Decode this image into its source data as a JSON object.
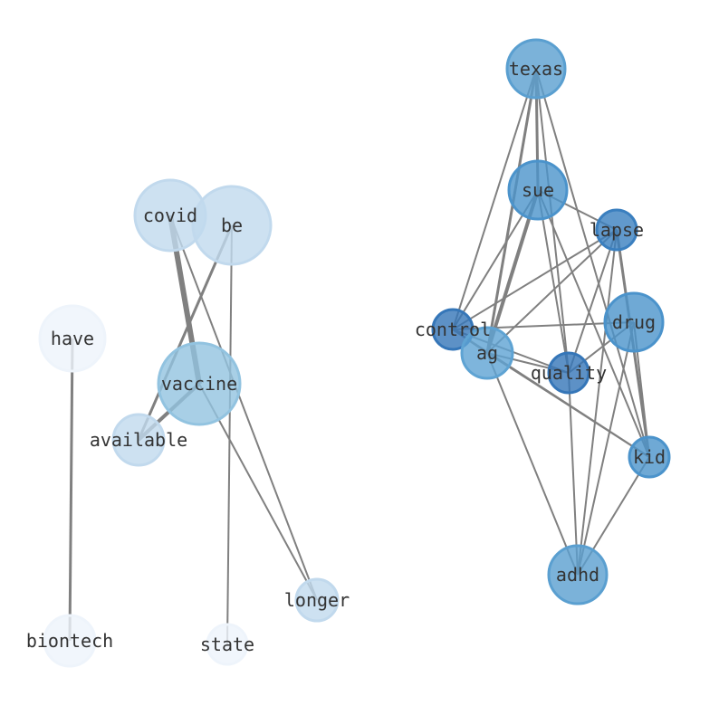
{
  "graph": {
    "nodes": [
      {
        "id": "texas",
        "label": "texas",
        "color": "#5a9fd0",
        "opacity": 0.8,
        "size": 32
      },
      {
        "id": "sue",
        "label": "sue",
        "color": "#4b93cb",
        "opacity": 0.8,
        "size": 32
      },
      {
        "id": "lapse",
        "label": "lapse",
        "color": "#3a7fbf",
        "opacity": 0.8,
        "size": 22
      },
      {
        "id": "drug",
        "label": "drug",
        "color": "#4b93cb",
        "opacity": 0.8,
        "size": 32
      },
      {
        "id": "control",
        "label": "control",
        "color": "#3576b8",
        "opacity": 0.8,
        "size": 22
      },
      {
        "id": "ag",
        "label": "ag",
        "color": "#5ea3d3",
        "opacity": 0.8,
        "size": 28
      },
      {
        "id": "quality",
        "label": "quality",
        "color": "#3576b8",
        "opacity": 0.8,
        "size": 22
      },
      {
        "id": "kid",
        "label": "kid",
        "color": "#4b93cb",
        "opacity": 0.8,
        "size": 22
      },
      {
        "id": "adhd",
        "label": "adhd",
        "color": "#5a9fd0",
        "opacity": 0.8,
        "size": 32
      },
      {
        "id": "covid",
        "label": "covid",
        "color": "#c1d9ed",
        "opacity": 0.8,
        "size": 39
      },
      {
        "id": "be",
        "label": "be",
        "color": "#c1d9ed",
        "opacity": 0.8,
        "size": 43
      },
      {
        "id": "have",
        "label": "have",
        "color": "#eef4fb",
        "opacity": 0.8,
        "size": 36
      },
      {
        "id": "vaccine",
        "label": "vaccine",
        "color": "#92c3e0",
        "opacity": 0.8,
        "size": 45
      },
      {
        "id": "available",
        "label": "available",
        "color": "#c1d9ed",
        "opacity": 0.8,
        "size": 28
      },
      {
        "id": "longer",
        "label": "longer",
        "color": "#c1d9ed",
        "opacity": 0.8,
        "size": 23
      },
      {
        "id": "biontech",
        "label": "biontech",
        "color": "#eef4fb",
        "opacity": 0.8,
        "size": 28
      },
      {
        "id": "state",
        "label": "state",
        "color": "#eef4fb",
        "opacity": 0.8,
        "size": 22
      }
    ],
    "edges": [
      [
        "covid",
        "vaccine",
        6
      ],
      [
        "covid",
        "longer",
        2
      ],
      [
        "be",
        "available",
        3
      ],
      [
        "be",
        "state",
        2
      ],
      [
        "vaccine",
        "available",
        4
      ],
      [
        "vaccine",
        "longer",
        2
      ],
      [
        "have",
        "biontech",
        3
      ],
      [
        "texas",
        "control",
        2
      ],
      [
        "texas",
        "ag",
        3
      ],
      [
        "texas",
        "sue",
        3
      ],
      [
        "texas",
        "quality",
        2
      ],
      [
        "texas",
        "kid",
        2
      ],
      [
        "sue",
        "control",
        2
      ],
      [
        "sue",
        "ag",
        4
      ],
      [
        "sue",
        "lapse",
        2
      ],
      [
        "sue",
        "quality",
        2
      ],
      [
        "sue",
        "kid",
        2
      ],
      [
        "lapse",
        "control",
        2
      ],
      [
        "lapse",
        "ag",
        2
      ],
      [
        "lapse",
        "quality",
        2
      ],
      [
        "lapse",
        "adhd",
        2
      ],
      [
        "lapse",
        "kid",
        3
      ],
      [
        "drug",
        "control",
        2
      ],
      [
        "drug",
        "quality",
        2
      ],
      [
        "drug",
        "adhd",
        2
      ],
      [
        "drug",
        "kid",
        2
      ],
      [
        "control",
        "ag",
        2
      ],
      [
        "control",
        "quality",
        2
      ],
      [
        "control",
        "kid",
        2
      ],
      [
        "ag",
        "quality",
        2
      ],
      [
        "ag",
        "kid",
        2
      ],
      [
        "ag",
        "adhd",
        2
      ],
      [
        "quality",
        "adhd",
        2
      ],
      [
        "kid",
        "adhd",
        2
      ]
    ],
    "edge_color": "#808080"
  }
}
